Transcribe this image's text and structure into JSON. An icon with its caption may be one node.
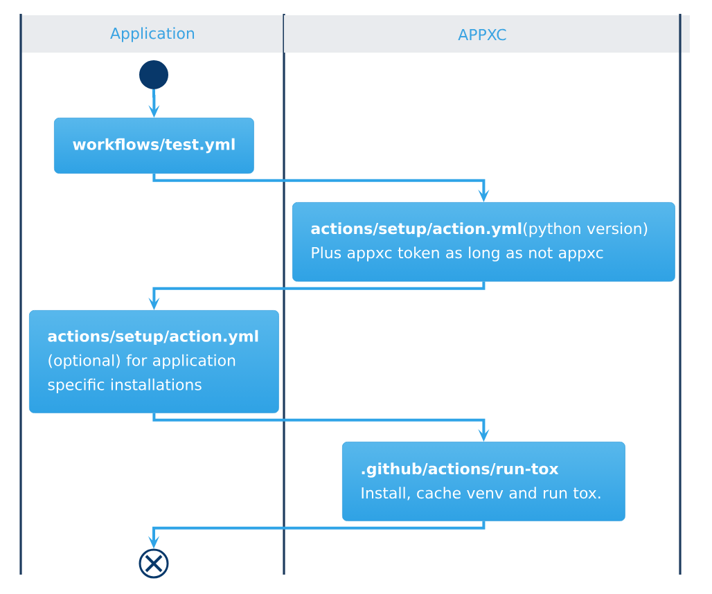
{
  "diagram": {
    "nodes": [
      {
        "text": [
          "Application"
        ]
      },
      {
        "text": [
          "APPXC"
        ]
      },
      {
        "text": [],
        "shape": "circle",
        "in": 0
      },
      {
        "text": [
          "workflows/test.yml"
        ],
        "in": 0
      },
      {
        "text": [
          "**actions/setup/action.yml**(python version)",
          "Plus appxc token as long as not appxc"
        ],
        "in": 1
      },
      {
        "text": [
          "actions/setup/action.yml",
          "(optional) for application specific installations"
        ],
        "in": 0
      },
      {
        "text": [
          ".github/actions/run-tox",
          "Install, cache venv and run tox."
        ],
        "in": 1
      },
      {
        "text": [],
        "shape": "circle",
        "in": 0
      }
    ],
    "edges": [
      {
        "from": 2,
        "to": 3,
        "arrow": "to"
      },
      {
        "from": 3,
        "to": 4,
        "arrow": "to"
      },
      {
        "from": 4,
        "to": 5,
        "arrow": "to"
      },
      {
        "from": 5,
        "to": 6,
        "arrow": "to"
      },
      {
        "from": 6,
        "to": 7,
        "arrow": "to"
      }
    ]
  }
}
